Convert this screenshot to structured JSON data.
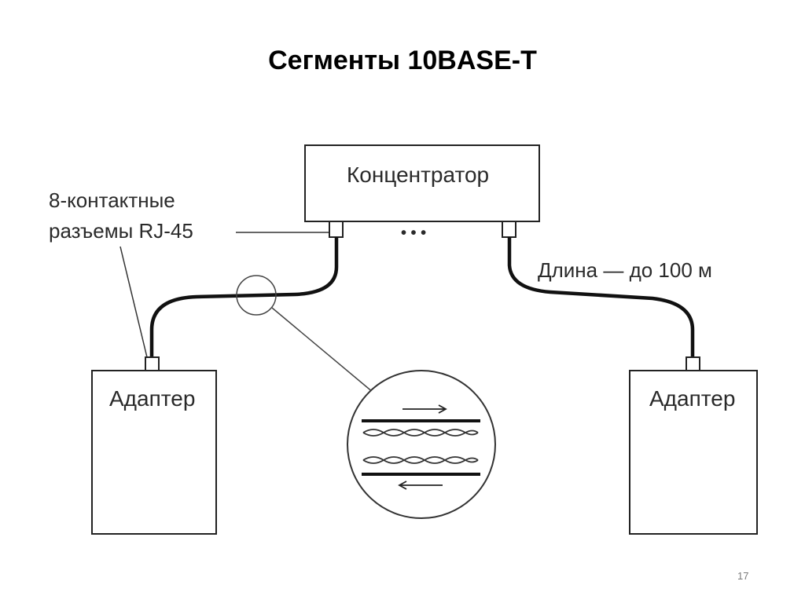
{
  "slide": {
    "title": "Сегменты 10BASE-T",
    "page_number": "17"
  },
  "diagram": {
    "hub_label": "Концентратор",
    "connector_label_line1": "8-контактные",
    "connector_label_line2": "разъемы RJ-45",
    "ellipsis": "• • •",
    "length_label": "Длина — до 100 м",
    "adapter_left_label": "Адаптер",
    "adapter_right_label": "Адаптер"
  }
}
